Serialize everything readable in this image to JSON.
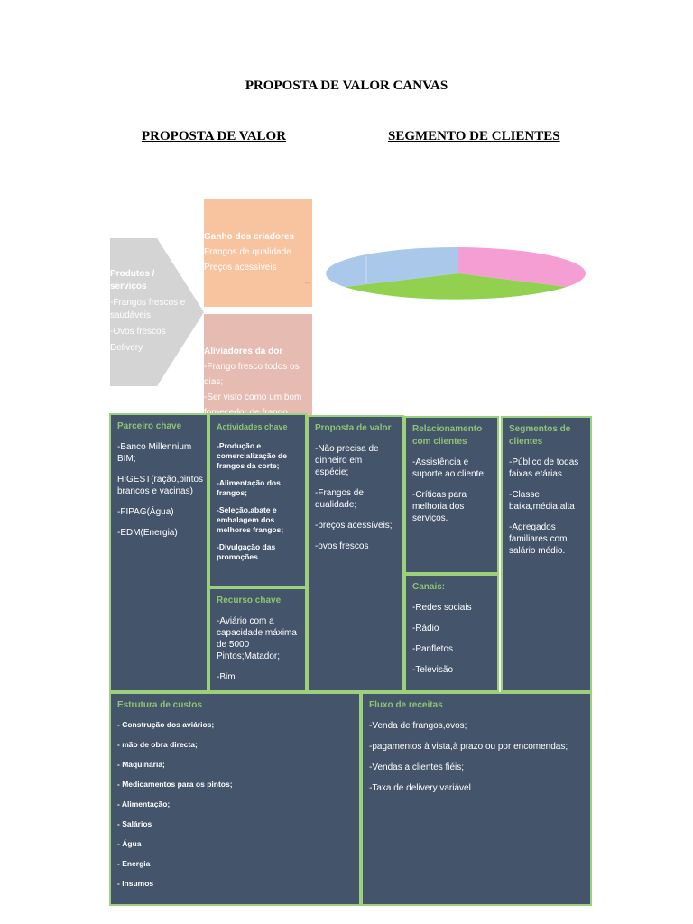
{
  "header": {
    "title": "PROPOSTA DE VALOR CANVAS",
    "left_subtitle": "PROPOSTA DE VALOR",
    "right_subtitle": "SEGMENTO DE CLIENTES"
  },
  "diagram": {
    "products": {
      "title": "Produtos / serviços",
      "items": [
        "-Frangos frescos e saudáveis",
        "-Ovos frescos",
        "Delivery"
      ]
    },
    "gains": {
      "title": "Ganho dos criadores",
      "items": [
        "Frangos de qualidade",
        "Preços acessíveis"
      ]
    },
    "pains": {
      "title": "Aliviadores da dor",
      "items": [
        "-Frango fresco todos os dias;",
        "-Ser visto como um bom fornecedor de frango"
      ]
    },
    "arrow_marker": "↔",
    "colors": {
      "pie_blue": "#a9c8ea",
      "pie_pink": "#f59ed4",
      "pie_green": "#92d050"
    }
  },
  "canvas": {
    "parceiros": {
      "title": "Parceiro chave",
      "items": [
        "-Banco Millennium BIM;",
        "HIGEST(ração,pintos brancos e vacinas)",
        "-FIPAG(Água)",
        "-EDM(Energia)"
      ]
    },
    "actividades": {
      "title": "Actividades chave",
      "items": [
        "-Produção e comercialização de frangos da corte;",
        "-Alimentação dos frangos;",
        "-Seleção,abate e embalagem dos melhores frangos;",
        "-Divulgação das promoções"
      ]
    },
    "recurso": {
      "title": "Recurso chave",
      "items": [
        "-Aviário com a capacidade máxima de 5000 Pintos;Matador;",
        "-Bim"
      ]
    },
    "proposta": {
      "title": "Proposta de valor",
      "items": [
        "-Não precisa de dinheiro em espécie;",
        "-Frangos de qualidade;",
        "-preços acessíveis;",
        "-ovos frescos"
      ]
    },
    "relacionamento": {
      "title": "Relacionamento com clientes",
      "items": [
        "-Assistência e suporte ao cliente;",
        "-Críticas para melhoria dos serviços."
      ]
    },
    "canais": {
      "title": "Canais:",
      "items": [
        "-Redes sociais",
        "-Rádio",
        "-Panfletos",
        "-Televisão"
      ]
    },
    "segmentos": {
      "title": "Segmentos de clientes",
      "items": [
        "-Público de todas faixas etárias",
        "-Classe baixa,média,alta",
        "-Agregados familiares com salário médio."
      ]
    },
    "custos": {
      "title": "Estrutura de custos",
      "items": [
        "- Construção dos aviários;",
        "- mão de obra directa;",
        "- Maquinaria;",
        "- Medicamentos para os pintos;",
        "- Alimentação;",
        "- Salários",
        "- Água",
        "- Energia",
        "- insumos"
      ]
    },
    "receitas": {
      "title": "Fluxo de receitas",
      "items": [
        "-Venda de frangos,ovos;",
        "-pagamentos à vista,à prazo ou por encomendas;",
        "-Vendas a clientes fiéis;",
        "-Taxa de delivery variável"
      ]
    }
  }
}
